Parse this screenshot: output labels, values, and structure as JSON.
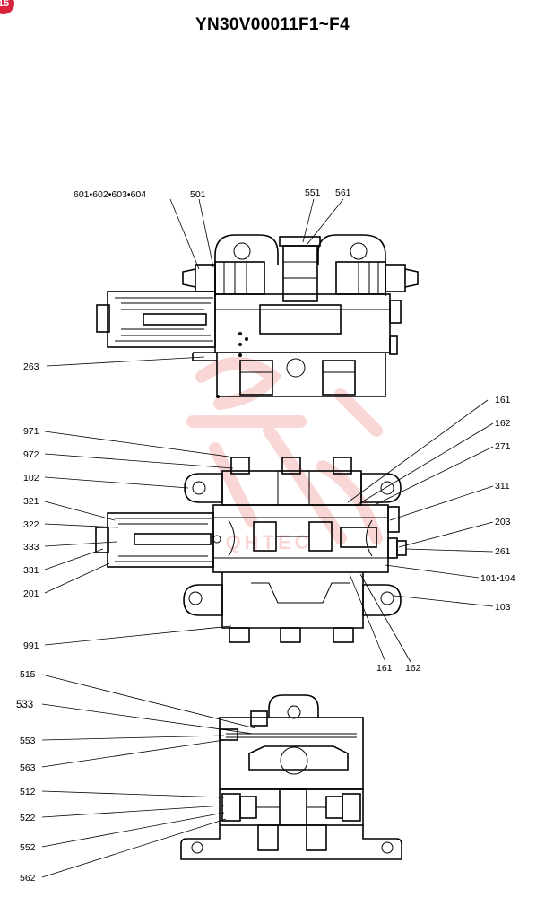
{
  "badge": "15",
  "title": "YN30V00011F1~F4",
  "watermark": "QHTEC",
  "views": {
    "top": {
      "callouts": [
        "601•602•603•604",
        "501",
        "551",
        "561",
        "263"
      ]
    },
    "middle": {
      "callouts_left": [
        "971",
        "972",
        "102",
        "321",
        "322",
        "333",
        "331",
        "201",
        "991"
      ],
      "callouts_right": [
        "161",
        "162",
        "271",
        "311",
        "203",
        "261",
        "101•104",
        "103"
      ],
      "callouts_bottom": [
        "161",
        "162"
      ]
    },
    "bottom": {
      "callouts": [
        "515",
        "533",
        "553",
        "563",
        "512",
        "522",
        "552",
        "562"
      ]
    }
  },
  "colors": {
    "line": "#000000",
    "watermark": "#e84a4a",
    "badge": "#d8233a"
  }
}
